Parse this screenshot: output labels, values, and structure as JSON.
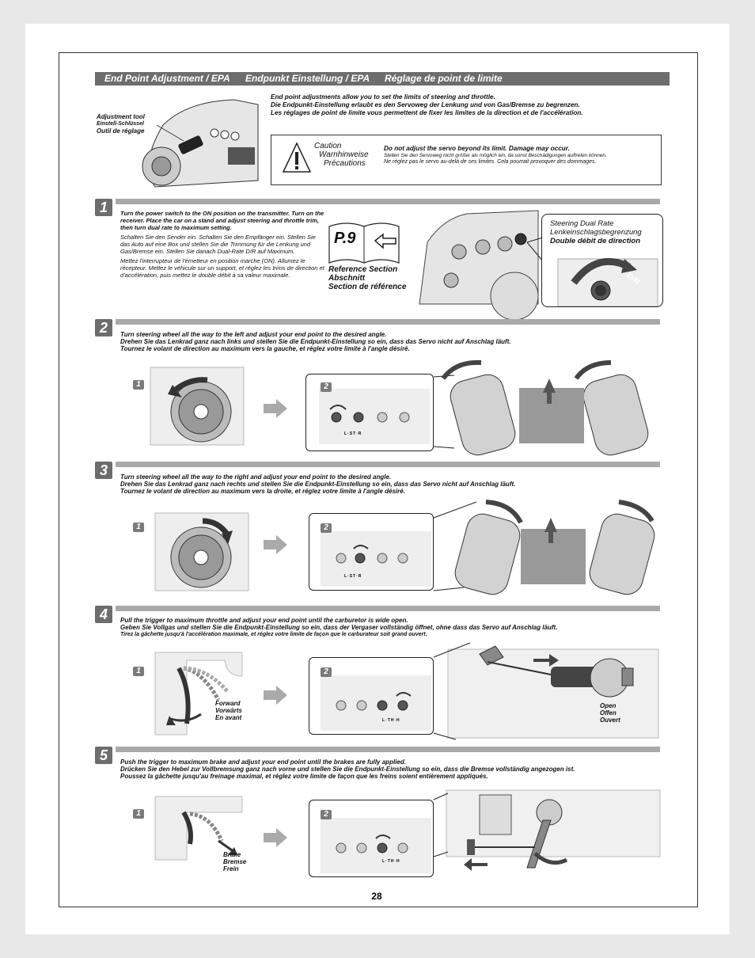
{
  "header": {
    "title_en": "End Point Adjustment / EPA",
    "title_de": "Endpunkt Einstellung / EPA",
    "title_fr": "Réglage de point de limite"
  },
  "intro": {
    "en": "End point adjustments allow you to set the limits of steering and throttle.",
    "de": "Die Endpunkt-Einstellung erlaubt es den Servoweg der Lenkung und von Gas/Bremse zu begrenzen.",
    "fr": "Les réglages de point de limite vous permettent de fixer les limites de la direction et de l'accélération."
  },
  "tool_label": {
    "en": "Adjustment tool",
    "de": "Einstell-Schlüssel",
    "fr": "Outil de réglage"
  },
  "caution": {
    "title_en": "Caution",
    "title_de": "Warnhinweise",
    "title_fr": "Précautions",
    "en": "Do not adjust the servo beyond its limit. Damage may occur.",
    "de": "Stellen Sie den Servoweg nicht größer als möglich ein, da sonst Beschädigungen auftreten können.",
    "fr": "Ne réglez pas le servo au-delà de ses limites. Cela pourrait provoquer des dommages."
  },
  "step1": {
    "number": "1",
    "en": "Turn the power switch to the ON position on the transmitter. Turn on the receiver. Place the car on a stand and adjust steering and throttle trim, then turn dual rate to maximum setting.",
    "de": "Schalten Sie den Sender ein. Schalten Sie den Empfänger ein. Stellen Sie das Auto auf eine Box und stellen Sie die Trimmung für die Lenkung und Gas/Bremse ein. Stellen Sie danach Dual-Rate D/R auf Maximum.",
    "fr": "Mettez l'interrupteur de l'émetteur en position marche (ON). Allumez le récepteur. Mettez le véhicule sur un support, et réglez les trims de direction et d'accélération, puis mettez le double débit à sa valeur maximale.",
    "ref_page": "P.9",
    "ref_en": "Reference Section",
    "ref_de": "Abschnitt",
    "ref_fr": "Section de référence",
    "dr_en": "Steering Dual Rate",
    "dr_de": "Lenkeinschlagsbegrenzung",
    "dr_fr": "Double débit de direction",
    "dr_knob": "D/R"
  },
  "step2": {
    "number": "2",
    "en": "Turn steering wheel all the way to the left and adjust your end point to the desired angle.",
    "de": "Drehen Sie das Lenkrad ganz nach links und stellen Sie die Endpunkt-Einstellung so ein, dass das Servo nicht auf Anschlag läuft.",
    "fr": "Tournez le volant de direction au maximum vers la gauche, et réglez votre limite à l'angle désiré.",
    "sub1": "1",
    "sub2": "2",
    "panel_label": "L·ST·R"
  },
  "step3": {
    "number": "3",
    "en": "Turn steering wheel all the way to the right and adjust your end point to the desired angle.",
    "de": "Drehen Sie das Lenkrad ganz nach rechts und stellen Sie die Endpunkt-Einstellung so ein, dass das Servo nicht auf Anschlag läuft.",
    "fr": "Tournez le volant de direction au maximum vers la droite, et réglez votre limite à l'angle désiré.",
    "sub1": "1",
    "sub2": "2",
    "panel_label": "L·ST·R"
  },
  "step4": {
    "number": "4",
    "en": "Pull the trigger to maximum throttle and adjust your end point until the carburetor is wide open.",
    "de": "Geben Sie Vollgas und stellen Sie die Endpunkt-Einstellung so ein, dass der Vergaser vollständig öffnet, ohne dass das Servo auf Anschlag läuft.",
    "fr": "Tirez la gâchette jusqu'à l'accélération maximale, et réglez votre limite de façon que le carburateur soit grand ouvert.",
    "sub1": "1",
    "sub2": "2",
    "fwd_en": "Forward",
    "fwd_de": "Vorwärts",
    "fwd_fr": "En avant",
    "open_en": "Open",
    "open_de": "Offen",
    "open_fr": "Ouvert",
    "panel_label": "L·TH·H"
  },
  "step5": {
    "number": "5",
    "en": "Push the trigger to maximum brake and adjust your end point until the brakes are fully applied.",
    "de": "Drücken Sie den Hebel zur Vollbremsung ganz nach vorne und stellen Sie die Endpunkt-Einstellung so ein, dass die Bremse vollständig angezogen ist.",
    "fr": "Poussez la gâchette jusqu'au freinage maximal, et réglez votre limite de façon que les freins soient entièrement appliqués.",
    "sub1": "1",
    "sub2": "2",
    "brake_en": "Brake",
    "brake_de": "Bremse",
    "brake_fr": "Frein",
    "panel_label": "L·TH·H"
  },
  "page_number": "28"
}
